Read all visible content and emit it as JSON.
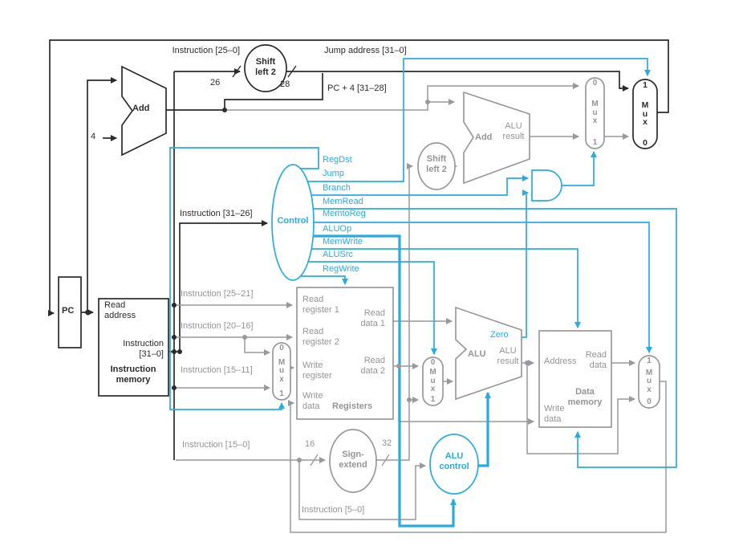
{
  "colors": {
    "wire_black": "#2b2b2e",
    "wire_gray": "#97999c",
    "control_cyan": "#29abe2",
    "text_gray": "#939598",
    "background": "#ffffff"
  },
  "labels": {
    "instruction_25_0": "Instruction [25–0]",
    "shift_left_2": "Shift\nleft 2",
    "num_26": "26",
    "num_28": "28",
    "jump_address_31_0": "Jump address [31–0]",
    "pc_plus_4_31_28": "PC + 4 [31–28]",
    "add": "Add",
    "num_4": "4",
    "pc": "PC",
    "read_address": "Read\naddress",
    "instruction_31_0": "Instruction\n[31–0]",
    "instruction_memory": "Instruction\nmemory",
    "instruction_31_26": "Instruction [31–26]",
    "control": "Control",
    "regdst": "RegDst",
    "jump": "Jump",
    "branch": "Branch",
    "memread": "MemRead",
    "memtoreg": "MemtoReg",
    "aluop": "ALUOp",
    "memwrite": "MemWrite",
    "alusrc": "ALUSrc",
    "regwrite": "RegWrite",
    "instruction_25_21": "Instruction [25–21]",
    "instruction_20_16": "Instruction [20–16]",
    "instruction_15_11": "Instruction [15–11]",
    "instruction_15_0": "Instruction [15–0]",
    "instruction_5_0": "Instruction [5–0]",
    "read_register_1": "Read\nregister 1",
    "read_register_2": "Read\nregister 2",
    "write_register": "Write\nregister",
    "write_data": "Write\ndata",
    "read_data_1": "Read\ndata 1",
    "read_data_2": "Read\ndata 2",
    "registers": "Registers",
    "sign_extend": "Sign-\nextend",
    "num_16": "16",
    "num_32": "32",
    "alu_control": "ALU\ncontrol",
    "shift_left_2_branch": "Shift\nleft 2",
    "add_branch": "Add",
    "alu_result_branch": "ALU\nresult",
    "alu": "ALU",
    "zero": "Zero",
    "alu_result": "ALU\nresult",
    "address": "Address",
    "mem_read_data": "Read\ndata",
    "data_memory": "Data\nmemory",
    "mux": "M\nu\nx",
    "mux_0": "0",
    "mux_1": "1"
  }
}
